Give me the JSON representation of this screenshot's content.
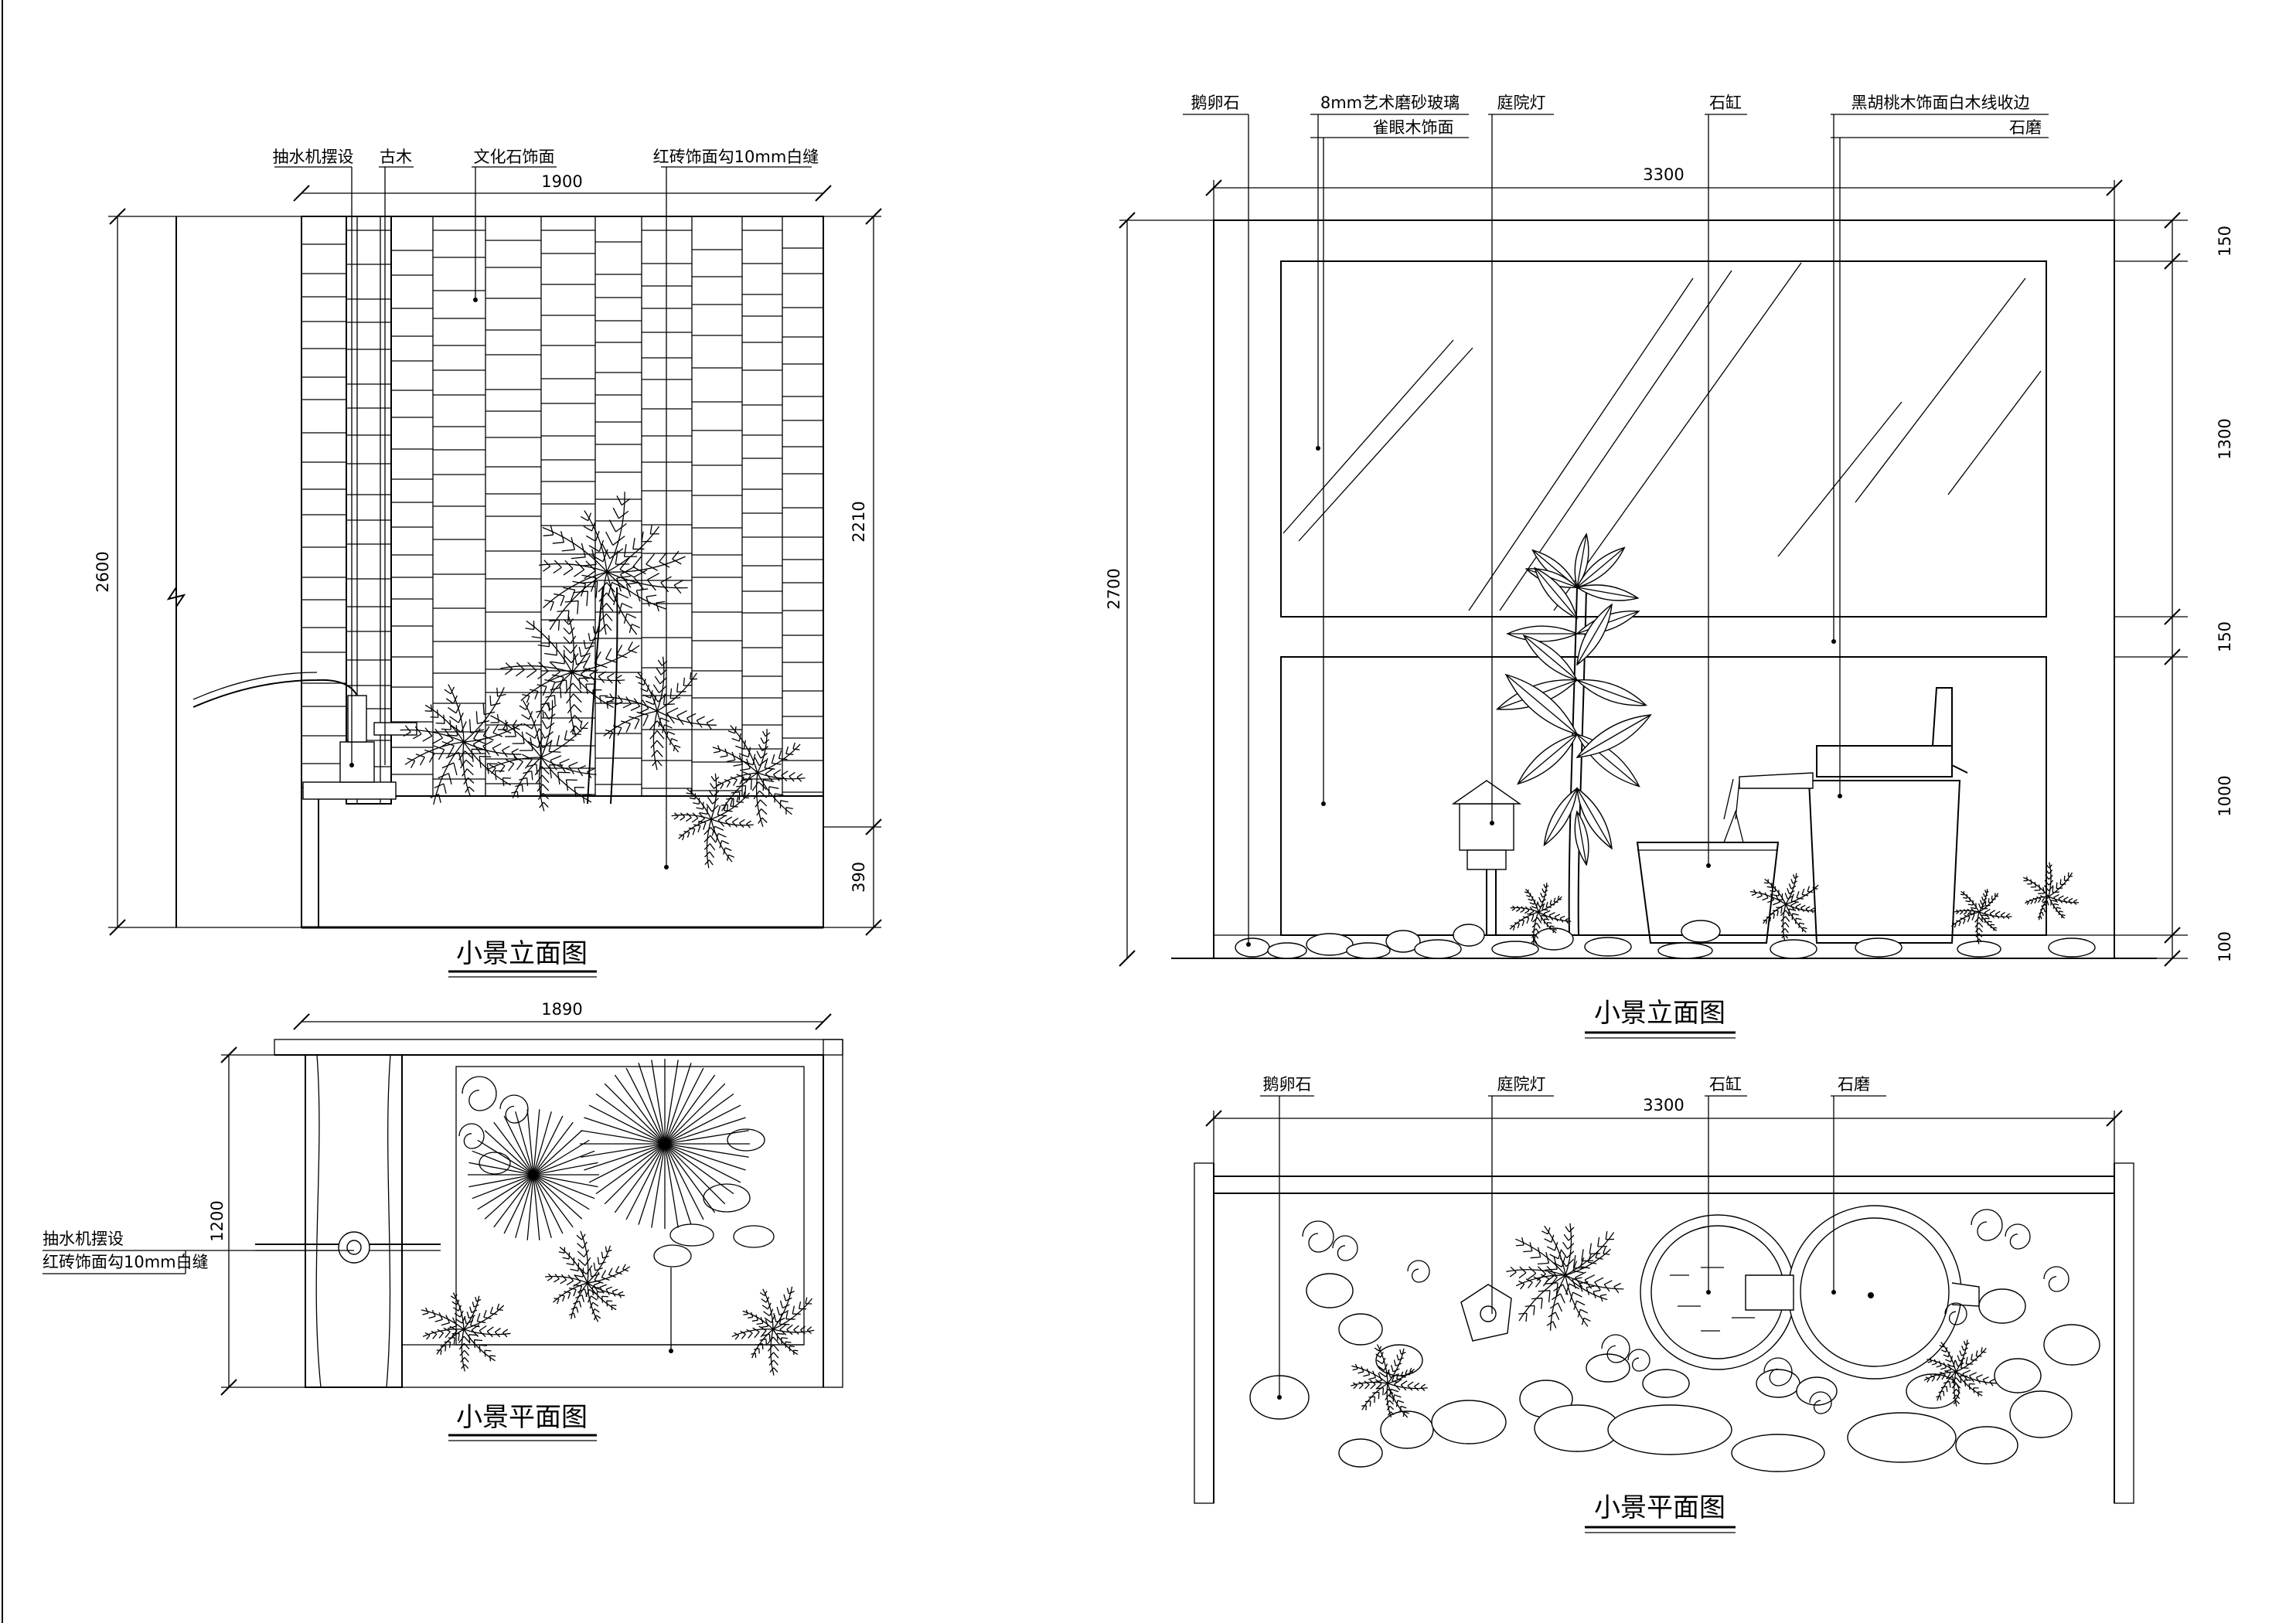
{
  "left_elevation": {
    "title": "小景立面图",
    "labels": [
      "抽水机摆设",
      "古木",
      "文化石饰面",
      "红砖饰面勾10mm白缝"
    ],
    "dims": {
      "top": "1900",
      "left": "2600",
      "right_upper": "2210",
      "right_lower": "390"
    }
  },
  "left_plan": {
    "title": "小景平面图",
    "labels": [
      "抽水机摆设",
      "红砖饰面勾10mm白缝"
    ],
    "dims": {
      "top": "1890",
      "left": "1200"
    }
  },
  "right_elevation": {
    "title": "小景立面图",
    "labels": [
      "鹅卵石",
      "8mm艺术磨砂玻璃",
      "雀眼木饰面",
      "庭院灯",
      "石缸",
      "黑胡桃木饰面白木线收边",
      "石磨"
    ],
    "dims": {
      "top": "3300",
      "left": "2700",
      "right": [
        "150",
        "1300",
        "150",
        "1000",
        "100"
      ]
    }
  },
  "right_plan": {
    "title": "小景平面图",
    "labels": [
      "鹅卵石",
      "庭院灯",
      "石缸",
      "石磨"
    ],
    "dims": {
      "top": "3300"
    }
  },
  "colors": {
    "ink": "#000000",
    "paper": "#ffffff"
  }
}
